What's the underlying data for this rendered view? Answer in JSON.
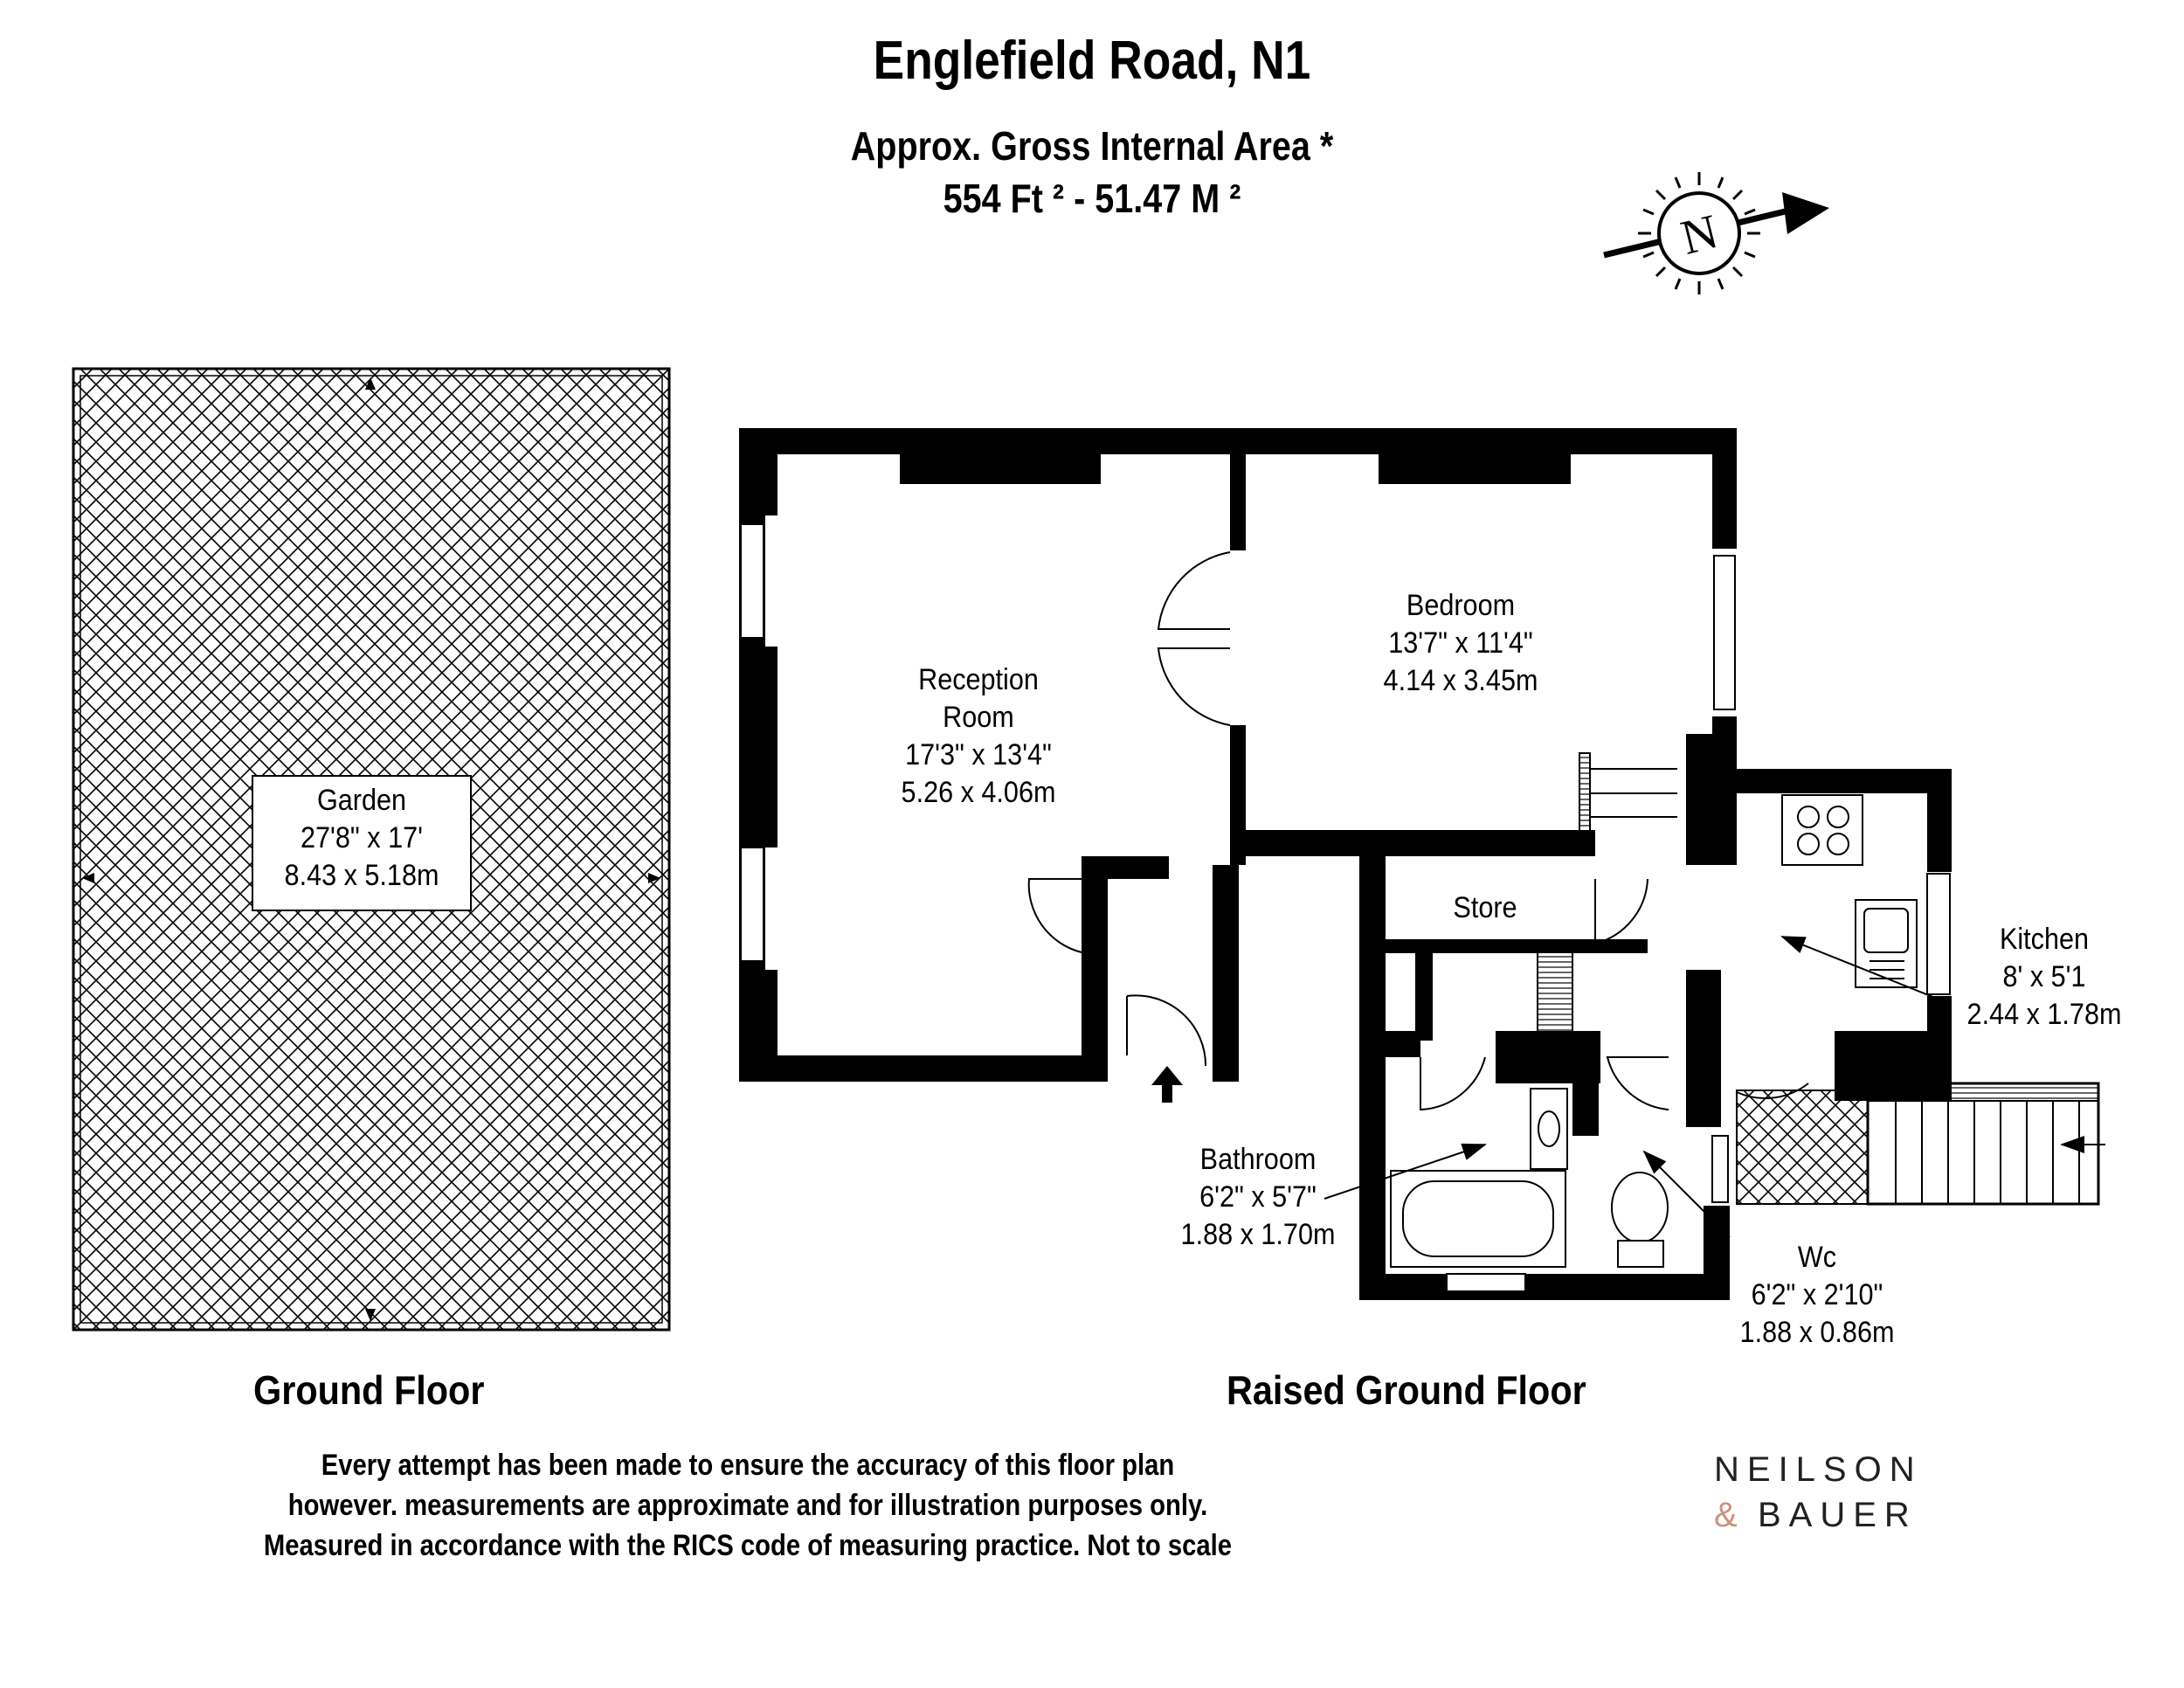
{
  "header": {
    "title": "Englefield Road, N1",
    "area_label": "Approx. Gross Internal Area *",
    "area_value": "554 Ft ² - 51.47 M ²"
  },
  "compass": {
    "letter": "N"
  },
  "rooms": {
    "garden": {
      "name": "Garden",
      "imperial": "27'8\" x 17'",
      "metric": "8.43 x 5.18m"
    },
    "reception": {
      "name_line1": "Reception",
      "name_line2": "Room",
      "imperial": "17'3\" x 13'4\"",
      "metric": "5.26 x 4.06m"
    },
    "bedroom": {
      "name": "Bedroom",
      "imperial": "13'7\" x 11'4\"",
      "metric": "4.14 x 3.45m"
    },
    "store": {
      "name": "Store"
    },
    "kitchen": {
      "name": "Kitchen",
      "imperial": "8' x 5'1",
      "metric": "2.44 x 1.78m"
    },
    "bathroom": {
      "name": "Bathroom",
      "imperial": "6'2\" x 5'7\"",
      "metric": "1.88 x 1.70m"
    },
    "wc": {
      "name": "Wc",
      "imperial": "6'2\" x 2'10\"",
      "metric": "1.88 x 0.86m"
    }
  },
  "floors": {
    "ground": "Ground Floor",
    "raised_ground": "Raised Ground Floor"
  },
  "disclaimer": {
    "line1": "Every attempt has been made to ensure the accuracy of this floor plan",
    "line2": "however. measurements are approximate and for illustration purposes only.",
    "line3": "Measured in accordance with the RICS code of measuring practice. Not to scale"
  },
  "brand": {
    "line1": "NEILSON",
    "ampersand": "&",
    "line2": "BAUER",
    "accent_color": "#c9937a"
  }
}
